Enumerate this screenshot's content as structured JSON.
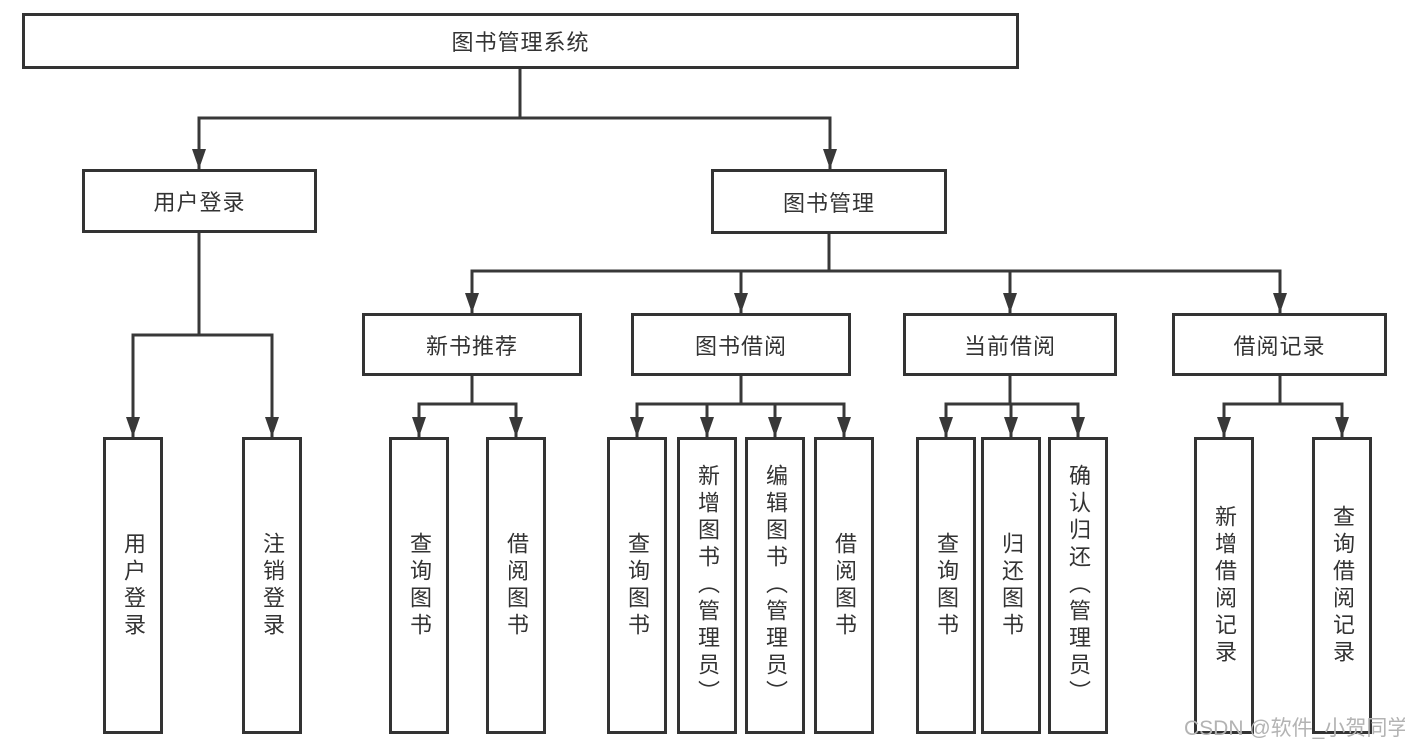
{
  "tree": {
    "root": "图书管理系统",
    "branches": [
      {
        "label": "用户登录",
        "children": [
          "用户登录",
          "注销登录"
        ]
      },
      {
        "label": "图书管理",
        "groups": [
          {
            "label": "新书推荐",
            "children": [
              "查询图书",
              "借阅图书"
            ]
          },
          {
            "label": "图书借阅",
            "children": [
              "查询图书",
              "新增图书（管理员）",
              "编辑图书（管理员）",
              "借阅图书"
            ]
          },
          {
            "label": "当前借阅",
            "children": [
              "查询图书",
              "归还图书",
              "确认归还（管理员）"
            ]
          },
          {
            "label": "借阅记录",
            "children": [
              "新增借阅记录",
              "查询借阅记录"
            ]
          }
        ]
      }
    ]
  },
  "watermark": {
    "text": "CSDN @软件_小贺同学"
  },
  "colors": {
    "line": "#383838",
    "box_border": "#333333",
    "text": "#333333",
    "background": "#ffffff",
    "watermark": "#b3b3b3"
  }
}
